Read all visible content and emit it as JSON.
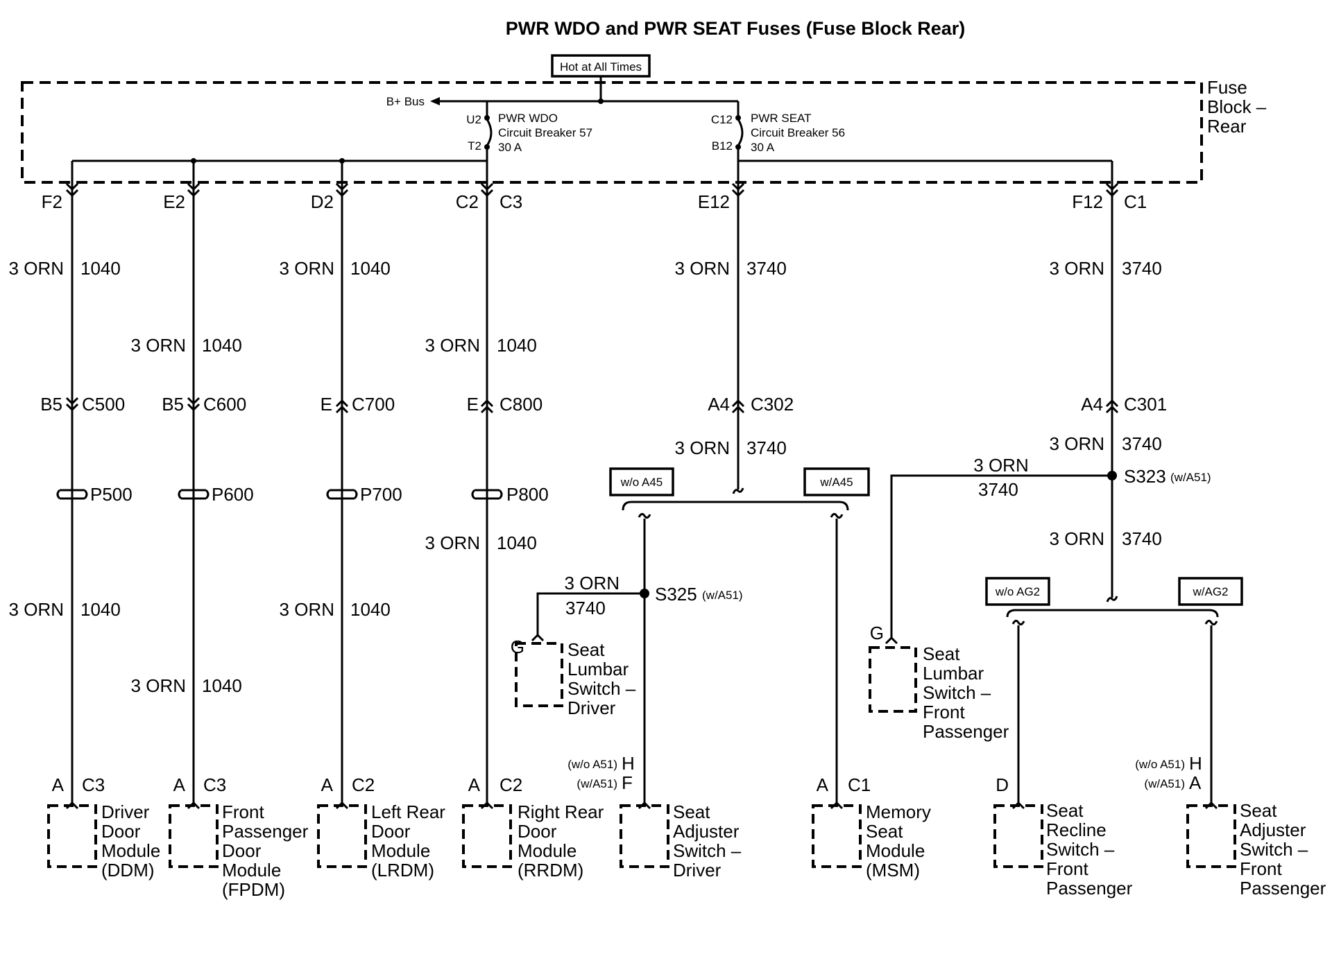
{
  "title": "PWR WDO and PWR SEAT Fuses (Fuse Block Rear)",
  "hot_label": "Hot at All Times",
  "fuse_block": {
    "line1": "Fuse",
    "line2": "Block –",
    "line3": "Rear"
  },
  "bplus": "B+ Bus",
  "breaker57": {
    "top_pin": "U2",
    "bottom_pin": "T2",
    "name": "PWR WDO",
    "desc": "Circuit Breaker 57",
    "rating": "30 A"
  },
  "breaker56": {
    "top_pin": "C12",
    "bottom_pin": "B12",
    "name": "PWR SEAT",
    "desc": "Circuit Breaker 56",
    "rating": "30 A"
  },
  "wire_color": "3 ORN",
  "circuit_1040": "1040",
  "circuit_3740": "3740",
  "fuse_pins": {
    "ddm": {
      "pin": "F2"
    },
    "fpdm": {
      "pin": "E2"
    },
    "lrdm": {
      "pin": "D2"
    },
    "rrdm": {
      "pin": "C2",
      "conn": "C3"
    },
    "seat": {
      "pin": "E12"
    },
    "pass": {
      "pin": "F12",
      "conn": "C1"
    }
  },
  "inline_connectors": {
    "c500": {
      "pin": "B5",
      "conn": "C500",
      "part": "P500"
    },
    "c600": {
      "pin": "B5",
      "conn": "C600",
      "part": "P600"
    },
    "c700": {
      "pin": "E",
      "conn": "C700",
      "part": "P700"
    },
    "c800": {
      "pin": "E",
      "conn": "C800",
      "part": "P800"
    },
    "c302": {
      "pin": "A4",
      "conn": "C302"
    },
    "c301": {
      "pin": "A4",
      "conn": "C301"
    }
  },
  "options": {
    "wo_a45": "w/o A45",
    "w_a45": "w/A45",
    "wo_ag2": "w/o AG2",
    "w_ag2": "w/AG2",
    "w_a51": "(w/A51)",
    "wo_a51": "(w/o A51)"
  },
  "splices": {
    "s325": "S325",
    "s323": "S323"
  },
  "components": [
    {
      "pin": "A",
      "conn": "C3",
      "lines": [
        "Driver",
        "Door",
        "Module",
        "(DDM)"
      ]
    },
    {
      "pin": "A",
      "conn": "C3",
      "lines": [
        "Front",
        "Passenger",
        "Door",
        "Module",
        "(FPDM)"
      ]
    },
    {
      "pin": "A",
      "conn": "C2",
      "lines": [
        "Left Rear",
        "Door",
        "Module",
        "(LRDM)"
      ]
    },
    {
      "pin": "A",
      "conn": "C2",
      "lines": [
        "Right Rear",
        "Door",
        "Module",
        "(RRDM)"
      ]
    },
    {
      "pin_wo": "H",
      "pin_w": "F",
      "lines": [
        "Seat",
        "Adjuster",
        "Switch –",
        "Driver"
      ]
    },
    {
      "pin": "A",
      "conn": "C1",
      "lines": [
        "Memory",
        "Seat",
        "Module",
        "(MSM)"
      ]
    },
    {
      "pin": "D",
      "lines": [
        "Seat",
        "Recline",
        "Switch –",
        "Front",
        "Passenger"
      ]
    },
    {
      "pin_wo": "H",
      "pin_w": "A",
      "lines": [
        "Seat",
        "Adjuster",
        "Switch –",
        "Front",
        "Passenger"
      ]
    }
  ],
  "lumbar_driver": {
    "pin": "G",
    "lines": [
      "Seat",
      "Lumbar",
      "Switch –",
      "Driver"
    ]
  },
  "lumbar_pass": {
    "pin": "G",
    "lines": [
      "Seat",
      "Lumbar",
      "Switch –",
      "Front",
      "Passenger"
    ]
  }
}
